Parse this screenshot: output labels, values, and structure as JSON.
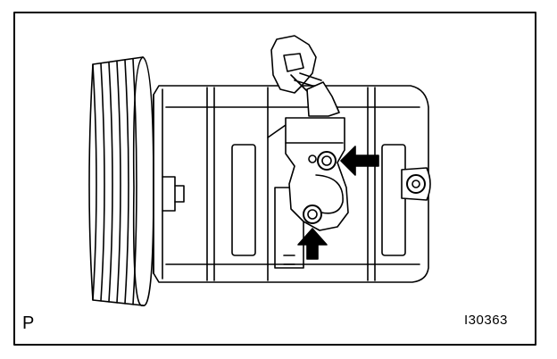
{
  "diagram": {
    "corner_letter": "P",
    "figure_code": "I30363",
    "colors": {
      "line": "#000000",
      "background": "#ffffff"
    },
    "arrows": [
      {
        "name": "arrow-to-upper-bolt",
        "direction": "left"
      },
      {
        "name": "arrow-to-lower-bolt",
        "direction": "up"
      }
    ]
  }
}
